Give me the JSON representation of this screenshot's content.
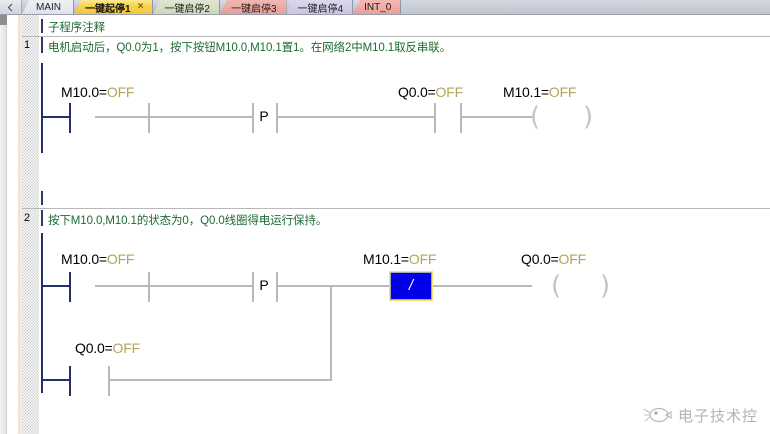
{
  "window": {
    "app": "PLC Ladder Logic Editor",
    "nav_back_icon": "left-arrow-icon"
  },
  "tabs": [
    {
      "label": "MAIN",
      "active": false,
      "closable": false,
      "color": "#e6eaf0"
    },
    {
      "label": "一键起停1",
      "active": true,
      "closable": true,
      "close_glyph": "×",
      "color": "#f7d24f"
    },
    {
      "label": "一键启停2",
      "active": false,
      "closable": false,
      "color": "#cfd8b8"
    },
    {
      "label": "一键启停3",
      "active": false,
      "closable": false,
      "color": "#e89d98"
    },
    {
      "label": "一键启停4",
      "active": false,
      "closable": false,
      "color": "#cbc4e2"
    },
    {
      "label": "INT_0",
      "active": false,
      "closable": false,
      "color": "#ea9f9a"
    }
  ],
  "editor": {
    "subroutine_comment_title": "子程序注释",
    "networks": [
      {
        "number": "1",
        "comment": "电机启动后，Q0.0为1，按下按钮M10.0,M10.1置1。在网络2中M10.1取反串联。",
        "elements": {
          "contact1": {
            "name": "M10.0",
            "state": "OFF",
            "label": "M10.0=",
            "value": "OFF",
            "type": "no-contact"
          },
          "edge": {
            "label": "P",
            "type": "positive-edge"
          },
          "contact2": {
            "name": "Q0.0",
            "state": "OFF",
            "label": "Q0.0=",
            "value": "OFF",
            "type": "no-contact"
          },
          "coil": {
            "name": "M10.1",
            "state": "OFF",
            "label": "M10.1=",
            "value": "OFF",
            "type": "coil"
          }
        }
      },
      {
        "number": "2",
        "comment": "按下M10.0,M10.1的状态为0，Q0.0线圈得电运行保持。",
        "elements": {
          "contact1": {
            "name": "M10.0",
            "state": "OFF",
            "label": "M10.0=",
            "value": "OFF",
            "type": "no-contact"
          },
          "edge": {
            "label": "P",
            "type": "positive-edge"
          },
          "contact_nc": {
            "name": "M10.1",
            "state": "OFF",
            "label": "M10.1=",
            "value": "OFF",
            "type": "nc-contact",
            "selected": true,
            "glyph": "/"
          },
          "coil": {
            "name": "Q0.0",
            "state": "OFF",
            "label": "Q0.0=",
            "value": "OFF",
            "type": "coil"
          },
          "branch_contact": {
            "name": "Q0.0",
            "state": "OFF",
            "label": "Q0.0=",
            "value": "OFF",
            "type": "no-contact"
          }
        }
      }
    ]
  },
  "watermark": {
    "text": "电子技术控",
    "logo_icon": "bird-logo-icon"
  },
  "colors": {
    "rail": "#26306b",
    "wire": "#b9b9b9",
    "comment_text": "#1f6b35",
    "state_off": "#b0a55c",
    "selection_fill": "#0000e8",
    "selection_outline": "#ffdf6e",
    "active_tab": "#f7d24f"
  }
}
